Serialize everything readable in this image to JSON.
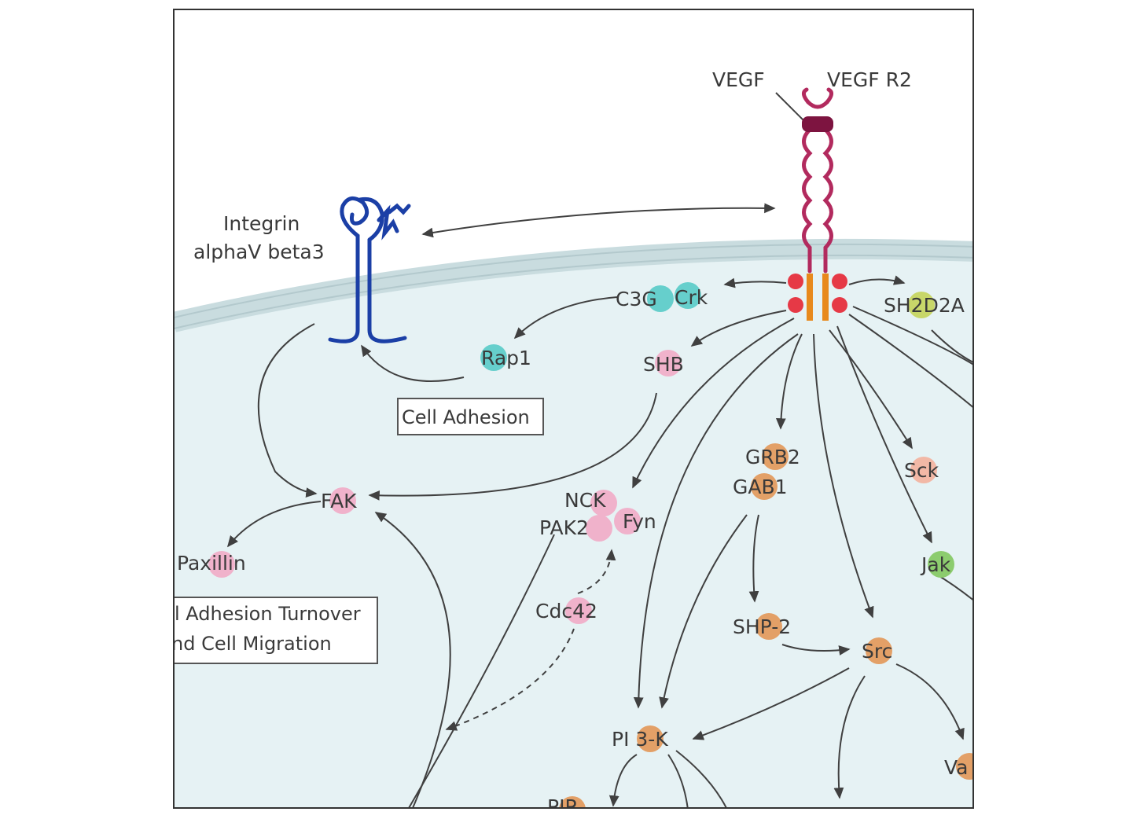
{
  "colors": {
    "cytoplasm": "#e6f2f4",
    "membrane": "#d2e3e6",
    "integrin": "#1b3fa6",
    "receptor": "#b22a5e",
    "vegf": "#7d1440",
    "phospho": "#e63946",
    "kinase_core": "#e8891c",
    "pink_node": "#f0b2cb",
    "teal_node": "#4fc9c4",
    "orange_node": "#e3a067",
    "salmon_node": "#f2b8a6",
    "green_node": "#8ccc6e",
    "olive_node": "#c4d45a",
    "arrow": "#404040"
  },
  "labels": {
    "vegf": "VEGF",
    "vegfr2": "VEGF R2",
    "integrin_line1": "Integrin",
    "integrin_line2": "alphaV beta3",
    "c3g": "C3G",
    "crk": "Crk",
    "sh2d2a": "SH2D2A",
    "rap1": "Rap1",
    "shb": "SHB",
    "fak": "FAK",
    "paxillin": "Paxillin",
    "nck": "NCK",
    "pak2": "PAK2",
    "fyn": "Fyn",
    "grb2": "GRB2",
    "gab1": "GAB1",
    "sck": "Sck",
    "jak": "Jak",
    "cdc42": "Cdc42",
    "shp2": "SHP-2",
    "src": "Src",
    "pi3k": "PI 3-K",
    "pip3": "PIP",
    "va": "Va"
  },
  "boxes": {
    "cell_adhesion": "Cell Adhesion",
    "turnover_line1": "l Adhesion Turnover",
    "turnover_line2": "nd Cell Migration"
  }
}
